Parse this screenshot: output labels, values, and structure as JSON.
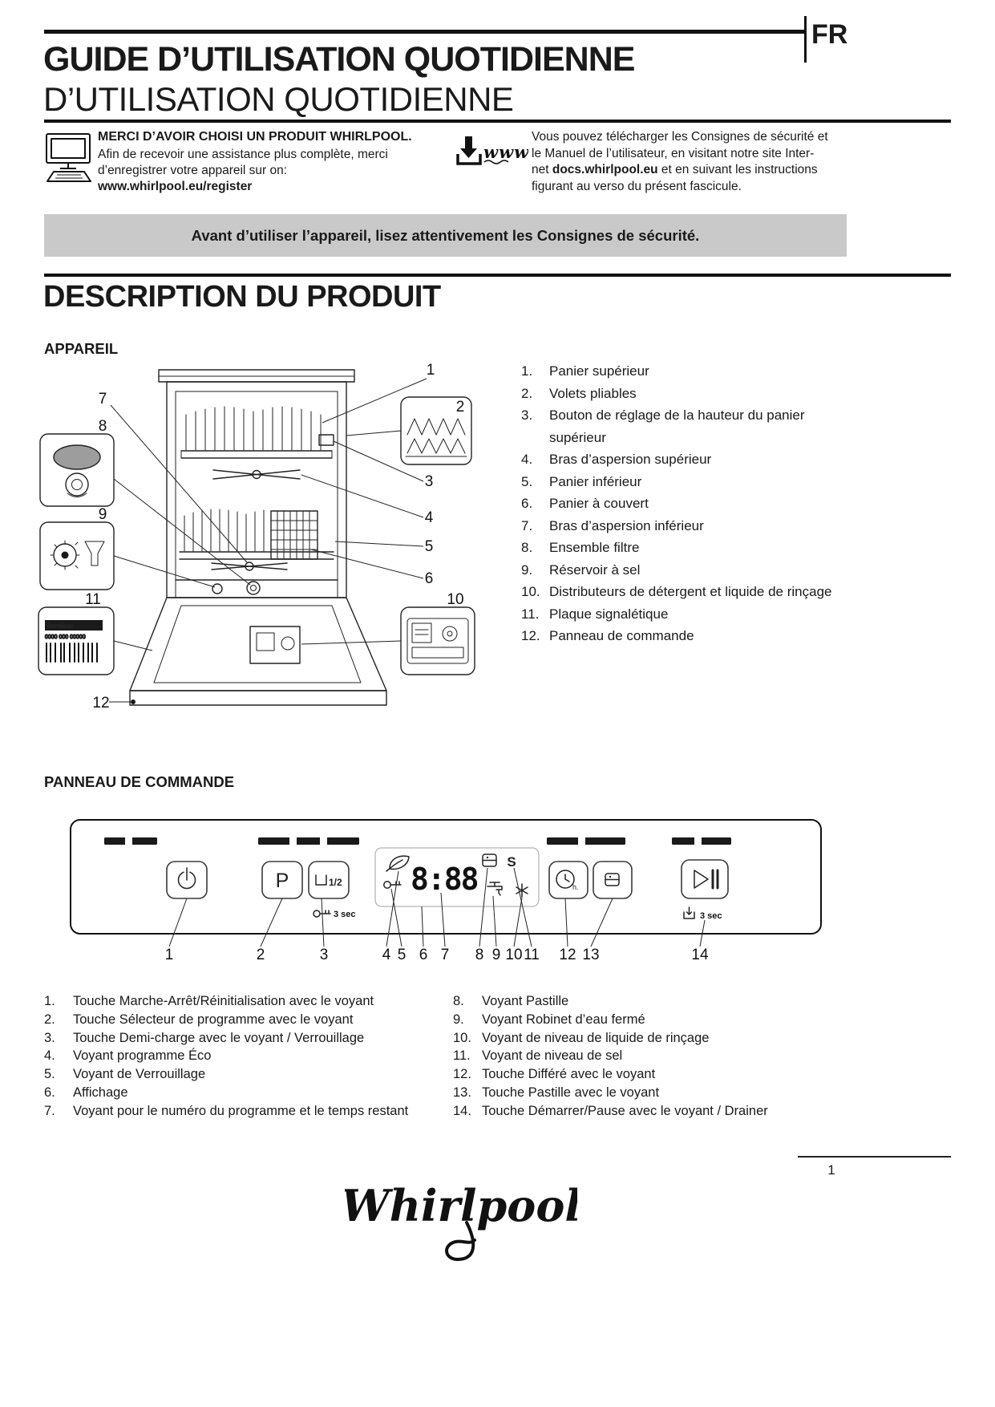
{
  "header": {
    "lang": "FR",
    "title_line1": "GUIDE D’UTILISATION QUOTIDIENNE",
    "title_line2": "D’UTILISATION QUOTIDIENNE"
  },
  "register": {
    "heading": "MERCI D’AVOIR CHOISI UN PRODUIT WHIRLPOOL.",
    "line1": "Afin de recevoir une assistance plus complète, merci",
    "line2": "d’enregistrer votre appareil sur on:",
    "link": "www.whirlpool.eu/register"
  },
  "download": {
    "icon_label": "www",
    "line1": "Vous pouvez télécharger les Consignes de sécurité et",
    "line2": "le  Manuel de l’utilisateur, en visitant notre site Inter-",
    "line3_pre": "net ",
    "line3_link": "docs.whirlpool.eu",
    "line3_post": " et en suivant les instructions",
    "line4": "figurant au verso du présent fascicule."
  },
  "notice_banner": "Avant d’utiliser l’appareil, lisez attentivement les Consignes de sécurité.",
  "product_section": {
    "title": "DESCRIPTION DU PRODUIT",
    "appliance_heading": "APPAREIL",
    "parts": [
      {
        "num": "1.",
        "label": "Panier supérieur"
      },
      {
        "num": "2.",
        "label": "Volets pliables"
      },
      {
        "num": "3.",
        "label": "Bouton de réglage de la hauteur du panier supérieur"
      },
      {
        "num": "4.",
        "label": "Bras d’aspersion supérieur"
      },
      {
        "num": "5.",
        "label": "Panier inférieur"
      },
      {
        "num": "6.",
        "label": "Panier à couvert"
      },
      {
        "num": "7.",
        "label": "Bras d’aspersion inférieur"
      },
      {
        "num": "8.",
        "label": "Ensemble filtre"
      },
      {
        "num": "9.",
        "label": "Réservoir à sel"
      },
      {
        "num": "10.",
        "label": "Distributeurs de détergent et liquide de rinçage"
      },
      {
        "num": "11.",
        "label": "Plaque signalétique"
      },
      {
        "num": "12.",
        "label": "Panneau de commande"
      }
    ],
    "diagram": {
      "callouts": [
        "1",
        "2",
        "3",
        "4",
        "5",
        "6",
        "7",
        "8",
        "9",
        "10",
        "11",
        "12"
      ],
      "service_label": "Service:",
      "service_code": "0000 000 00000"
    }
  },
  "control_panel": {
    "heading": "PANNEAU DE COMMANDE",
    "program_button": "P",
    "half_load_label": "1/2",
    "hold_left": "3 sec",
    "hold_right": "3 sec",
    "display_value": "8:88",
    "salt_indicator": "S",
    "delay_hint": "h.",
    "callouts": [
      "1",
      "2",
      "3",
      "4",
      "5",
      "6",
      "7",
      "8",
      "9",
      "10",
      "11",
      "12",
      "13",
      "14"
    ]
  },
  "legend": {
    "left": [
      {
        "num": "1.",
        "label": "Touche Marche-Arrêt/Réinitialisation avec le voyant"
      },
      {
        "num": "2.",
        "label": "Touche Sélecteur de programme avec le voyant"
      },
      {
        "num": "3.",
        "label": "Touche Demi-charge avec le voyant / Verrouillage"
      },
      {
        "num": "4.",
        "label": "Voyant programme Éco"
      },
      {
        "num": "5.",
        "label": "Voyant de Verrouillage"
      },
      {
        "num": "6.",
        "label": "Affichage"
      },
      {
        "num": "7.",
        "label": "Voyant pour le numéro du programme et le temps restant"
      }
    ],
    "right": [
      {
        "num": "8.",
        "label": "Voyant Pastille"
      },
      {
        "num": "9.",
        "label": "Voyant Robinet d’eau fermé"
      },
      {
        "num": "10.",
        "label": "Voyant de niveau de liquide de rinçage"
      },
      {
        "num": "11.",
        "label": "Voyant de niveau de sel"
      },
      {
        "num": "12.",
        "label": "Touche Différé avec le voyant"
      },
      {
        "num": "13.",
        "label": "Touche Pastille avec le voyant"
      },
      {
        "num": "14.",
        "label": "Touche Démarrer/Pause avec le voyant / Drainer"
      }
    ]
  },
  "footer": {
    "page_number": "1",
    "brand": "Whirlpool"
  },
  "icons": {
    "register_icon": "computer-monitor",
    "download_icon": "download-arrow-www",
    "power_icon": "power-symbol",
    "half_load_icon": "half-basket",
    "lock_icon": "key",
    "eco_icon": "leaf",
    "tablet_icon": "tablet",
    "tap_icon": "water-tap",
    "rinse_icon": "star",
    "salt_icon": "letter-S",
    "delay_icon": "clock",
    "start_icon": "play-pause",
    "drain_icon": "drain-basket"
  }
}
